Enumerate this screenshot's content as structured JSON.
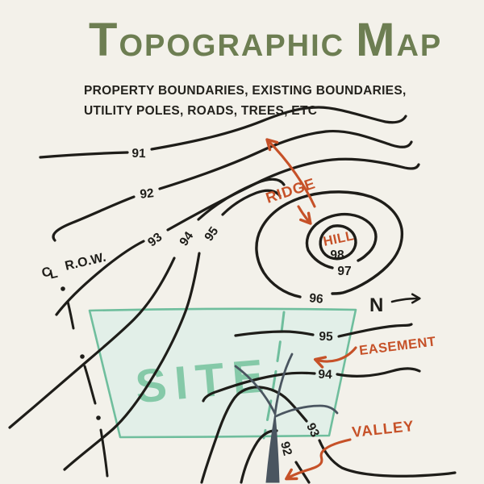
{
  "title": {
    "full": "TOPOGRAPHIC MAP",
    "t1": "T",
    "r1": "OPOGRAPHIC",
    "t2": "M",
    "r2": "AP"
  },
  "subtitle": {
    "line1": "PROPERTY BOUNDARIES, EXISTING BOUNDARIES,",
    "line2": "UTILITY POLES, ROADS, TREES, ETC"
  },
  "map": {
    "north_label": "N",
    "site_label": "SITE",
    "centerline": {
      "c": "C",
      "l": "L",
      "row": "R.O.W."
    },
    "contour_labels": {
      "c91": "91",
      "c92": "92",
      "c93": "93",
      "c94": "94",
      "c95": "95",
      "c95_east": "95",
      "c94_east": "94",
      "c93_valley": "93",
      "c92_valley": "92",
      "c96": "96",
      "c97": "97",
      "c98": "98"
    },
    "annotations": {
      "ridge": "RIDGE",
      "hill": "HILL",
      "easement": "EASEMENT",
      "valley": "VALLEY"
    }
  },
  "colors": {
    "background": "#f3f1ea",
    "ink": "#1e1d19",
    "title_green": "#6d7e52",
    "annotation_orange": "#c65128",
    "site_teal": "#6fbe9d",
    "site_fill": "#e2efe8",
    "site_text": "#85c9a8",
    "stream_slate": "#4a5560"
  }
}
